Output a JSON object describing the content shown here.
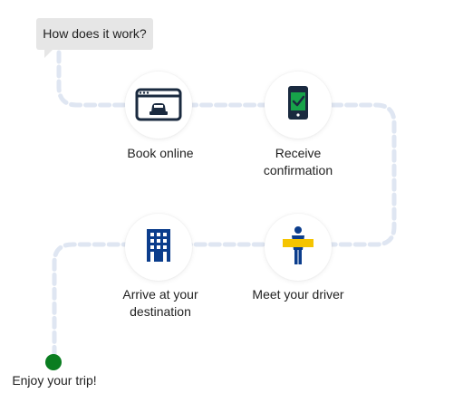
{
  "intro": {
    "label": "How does it work?"
  },
  "steps": [
    {
      "label_line1": "Book online",
      "label_line2": "",
      "icon": "browser-car-icon"
    },
    {
      "label_line1": "Receive",
      "label_line2": "confirmation",
      "icon": "phone-check-icon"
    },
    {
      "label_line1": "Meet your driver",
      "label_line2": "",
      "icon": "driver-sign-icon"
    },
    {
      "label_line1": "Arrive at your",
      "label_line2": "destination",
      "icon": "building-icon"
    }
  ],
  "finish": {
    "label": "Enjoy your trip!"
  },
  "colors": {
    "path": "#dfe6f2",
    "icon_dark": "#1a2a3f",
    "check": "#17a34a",
    "accent_yellow": "#f5c400",
    "driver_blue": "#0b3d8c",
    "end_dot": "#0a7d20"
  }
}
